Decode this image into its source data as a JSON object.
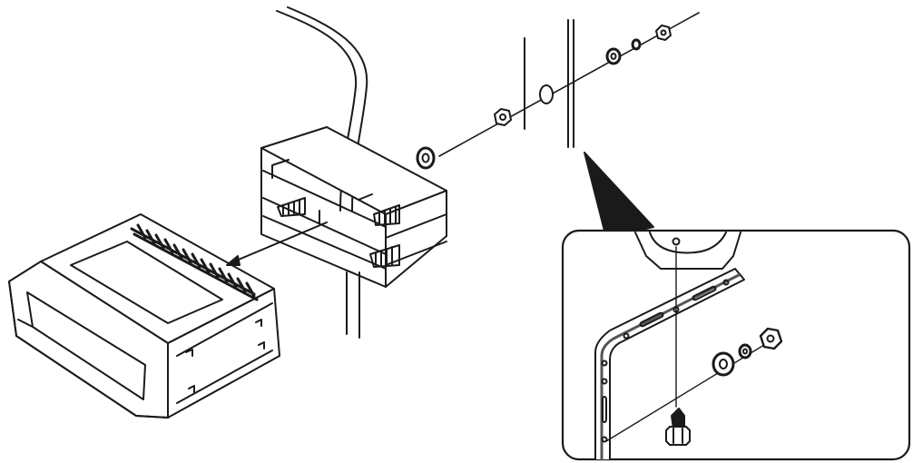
{
  "diagram": {
    "kind": "installation-illustration",
    "colors": {
      "ink": "#1a1a1a",
      "paper": "#ffffff",
      "shade": "#555555"
    },
    "parts": [
      "head-unit",
      "mounting-sleeve",
      "wiring-harness",
      "dashboard-panel",
      "washer",
      "spring-washer",
      "hex-nut",
      "mounting-strap",
      "hex-bolt",
      "detail-callout"
    ]
  }
}
